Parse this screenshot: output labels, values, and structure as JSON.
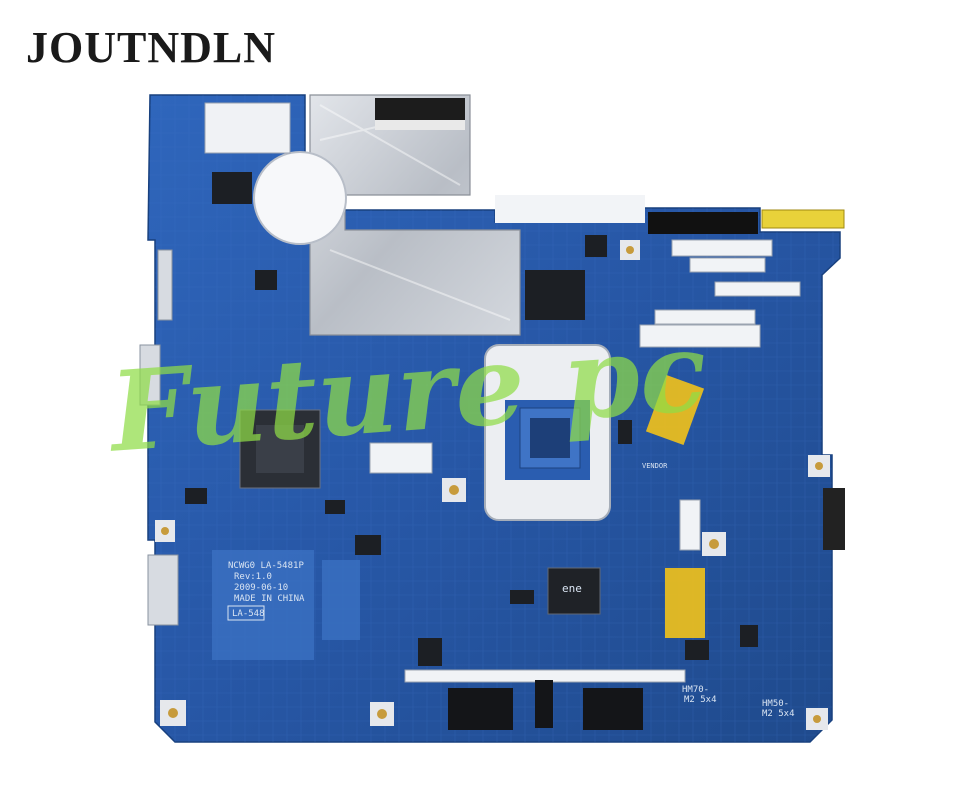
{
  "brand": {
    "name": "JOUTNDLN"
  },
  "watermark": {
    "text": "Future pc",
    "color": "#8fdc47"
  },
  "silkscreen": {
    "model": "NCWG0 LA-5481P",
    "revision": "Rev:1.0",
    "date": "2009-06-10",
    "origin": "MADE IN CHINA",
    "label": "LA-548",
    "chip_logo": "ene",
    "vendor": "VENDOR",
    "mark_hm70": "HM70-",
    "mark_m2_left": "M2 5x4",
    "mark_hm50": "HM50-",
    "mark_m2_right": "M2 5x4"
  },
  "colors": {
    "pcb": "#2a5db0",
    "pcb_dark": "#1f4a8c",
    "shield": "#c8ccd2",
    "yellow_tape": "#f2c21a"
  }
}
